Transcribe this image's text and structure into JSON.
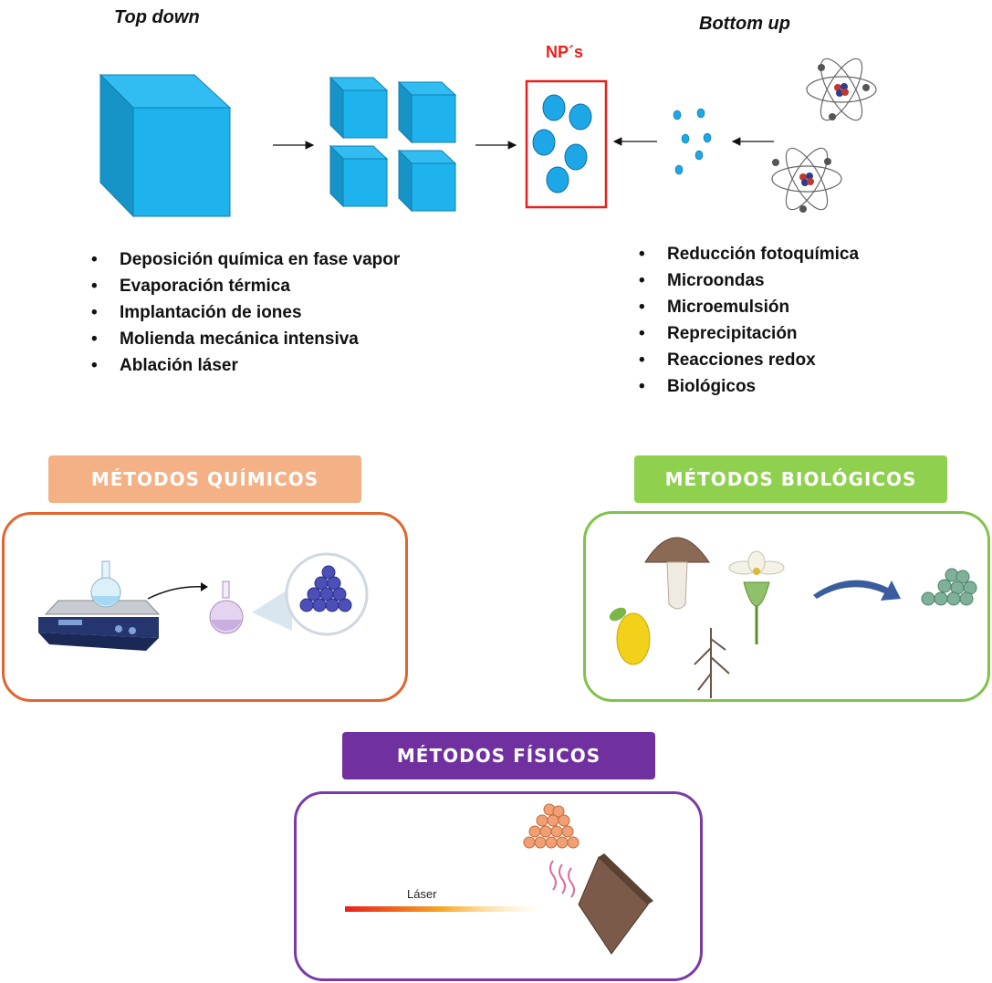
{
  "top_down": {
    "title": "Top down",
    "methods": [
      "Deposición química en fase vapor",
      "Evaporación térmica",
      "Implantación de iones",
      "Molienda mecánica intensiva",
      "Ablación láser"
    ]
  },
  "bottom_up": {
    "title": "Bottom up",
    "methods": [
      "Reducción fotoquímica",
      "Microondas",
      "Microemulsión",
      "Reprecipitación",
      "Reacciones redox",
      "Biológicos"
    ]
  },
  "nanoparticles_label": "NP´s",
  "sections": {
    "chemical": {
      "label": "MÉTODOS QUÍMICOS",
      "color": "#f3b185",
      "border": "#e0662f"
    },
    "biological": {
      "label": "MÉTODOS BIOLÓGICOS",
      "color": "#8fd14f",
      "border": "#82c24a"
    },
    "physical": {
      "label": "MÉTODOS FÍSICOS",
      "color": "#7030a0",
      "border": "#7a3aa8",
      "laser_label": "Láser"
    }
  },
  "colors": {
    "cube": "#1fb3ee",
    "particle": "#1ea7e6",
    "np_box": "#e8201c"
  }
}
